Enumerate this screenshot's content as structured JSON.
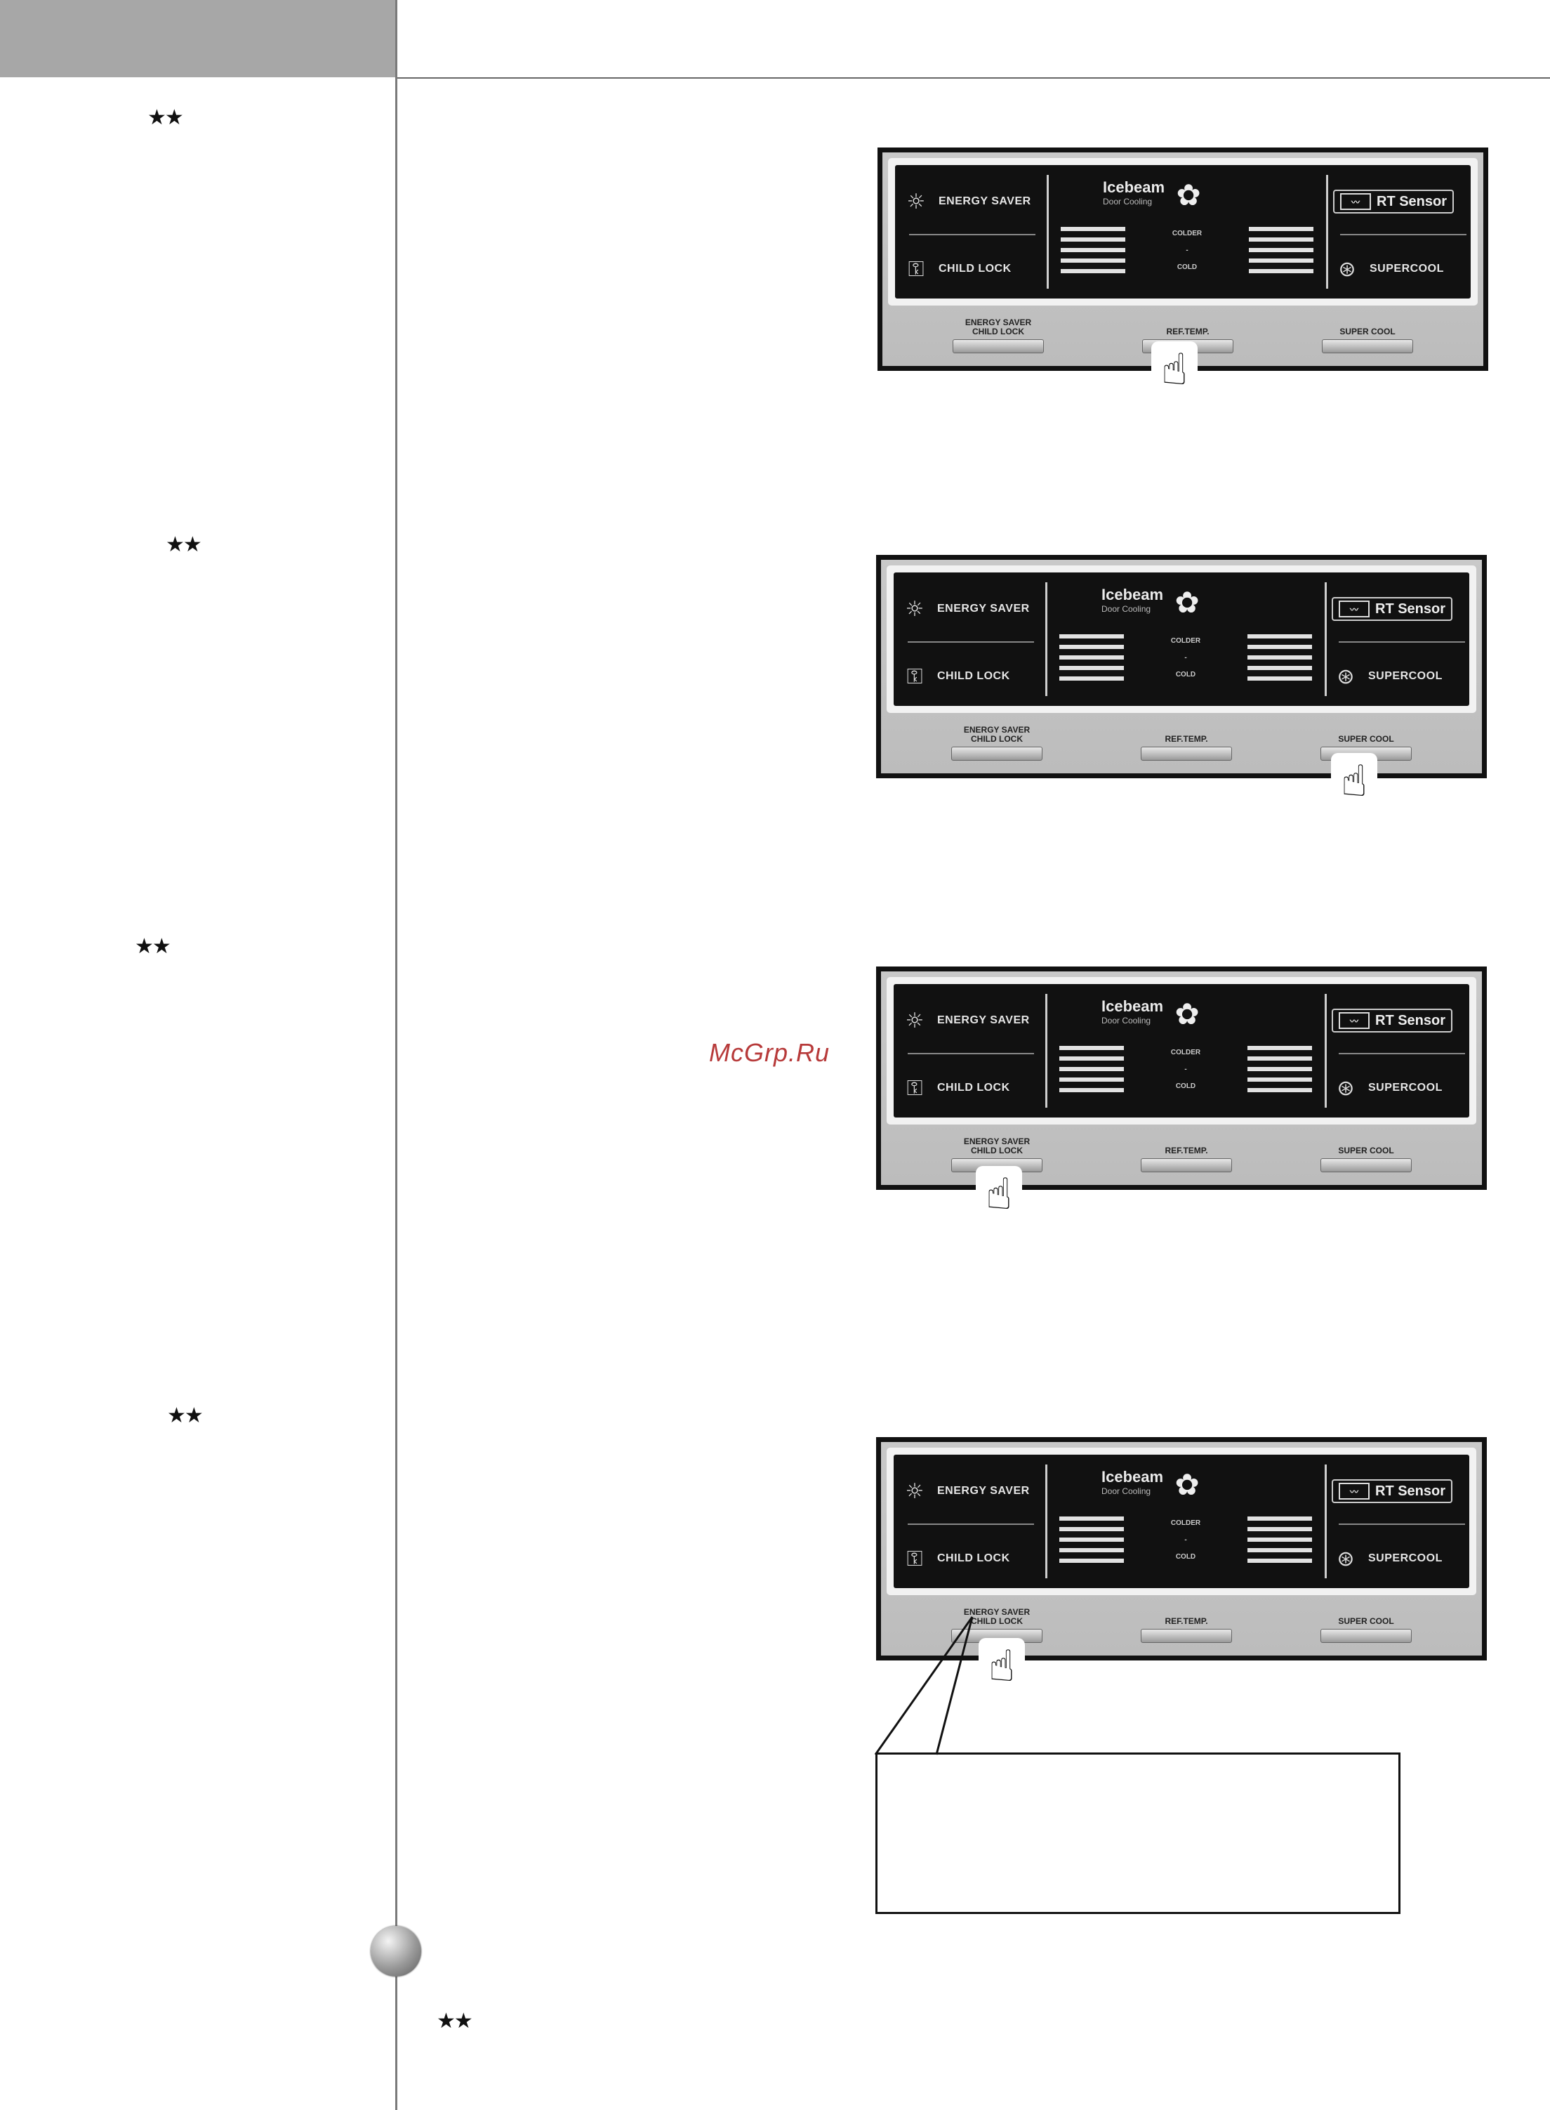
{
  "stars": [
    "★★",
    "★★",
    "★★",
    "★★",
    "★★"
  ],
  "watermark": "McGrp.Ru",
  "panel": {
    "energy_saver": "ENERGY SAVER",
    "child_lock": "CHILD LOCK",
    "brand": "Icebeam",
    "brand_sub": "Door Cooling",
    "colder": "COLDER",
    "dash": "-",
    "cold": "COLD",
    "rt_sensor": "RT Sensor",
    "supercool": "SUPERCOOL",
    "btn_energy_saver": "ENERGY SAVER",
    "btn_child_lock": "CHILD LOCK",
    "btn_ref_temp": "REF.TEMP.",
    "btn_super_cool": "SUPER COOL"
  },
  "icons": {
    "energy_saver": "energy-saver-icon",
    "lock": "lock-icon",
    "fan": "fan-icon",
    "sensor": "rt-sensor-icon",
    "supercool": "supercool-icon",
    "hand": "pointing-hand-icon"
  }
}
